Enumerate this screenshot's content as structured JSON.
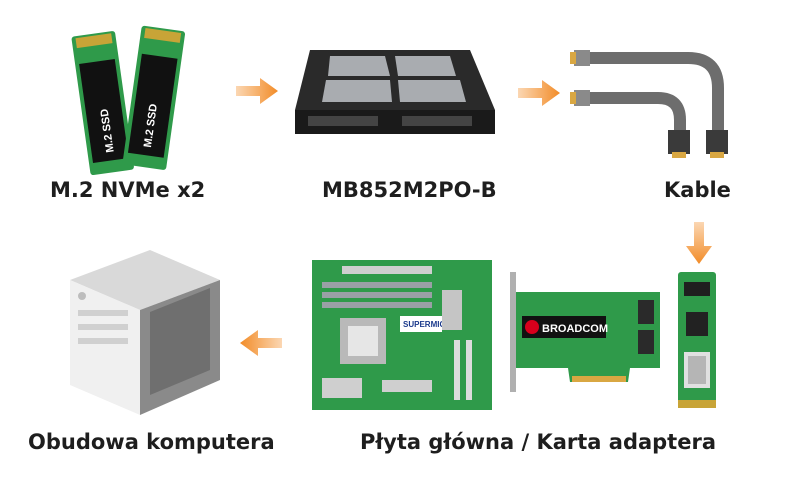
{
  "steps": {
    "ssd": {
      "label": "M.2 NVMe x2",
      "module_text": "M.2 SSD"
    },
    "enclosure": {
      "label": "MB852M2PO-B"
    },
    "cable": {
      "label": "Kable"
    },
    "board": {
      "label": "Płyta główna / Karta adaptera",
      "motherboard_brand": "SUPERMICRO",
      "adapter_brand": "BROADCOM"
    },
    "case": {
      "label": "Obudowa komputera"
    }
  },
  "colors": {
    "arrow": "#f28c28",
    "pcb": "#2f9a4a",
    "label": "#1e1e1e"
  }
}
